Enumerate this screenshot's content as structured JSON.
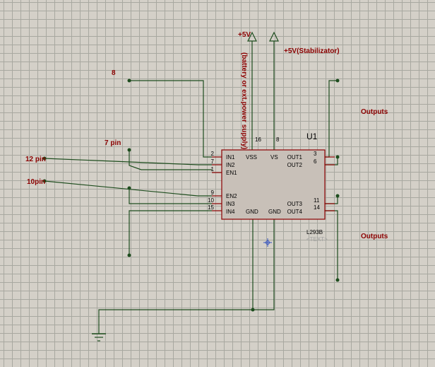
{
  "labels": {
    "plus5v": "+5V",
    "supply_note": "(battery or ext.power supply)",
    "plus5v_stab": "+5V(Stabilizator)",
    "net_8": "8",
    "net_7pin": "7 pin",
    "net_12pin": "12 pin",
    "net_10pin": "10pin",
    "outputs_top": "Outputs",
    "outputs_bottom": "Outputs"
  },
  "chip": {
    "ref": "U1",
    "part": "L293B",
    "text_placeholder": "<TEXT>",
    "pins_left": [
      {
        "num": "2",
        "name": "IN1"
      },
      {
        "num": "7",
        "name": "IN2"
      },
      {
        "num": "1",
        "name": "EN1"
      },
      {
        "num": "9",
        "name": "EN2"
      },
      {
        "num": "10",
        "name": "IN3"
      },
      {
        "num": "15",
        "name": "IN4"
      }
    ],
    "pins_right": [
      {
        "num": "3",
        "name": "OUT1"
      },
      {
        "num": "6",
        "name": "OUT2"
      },
      {
        "num": "11",
        "name": "OUT3"
      },
      {
        "num": "14",
        "name": "OUT4"
      }
    ],
    "pins_top": [
      {
        "num": "16",
        "name": "VSS"
      },
      {
        "num": "8",
        "name": "VS"
      }
    ],
    "pins_bottom": [
      {
        "name": "GND"
      },
      {
        "name": "GND"
      }
    ]
  },
  "colors": {
    "wire": "#1e4d1e",
    "pin_label": "#8b0000",
    "chip_body": "#c8c0b8",
    "grid": "#a8a8a0",
    "background": "#d4d0c8"
  }
}
